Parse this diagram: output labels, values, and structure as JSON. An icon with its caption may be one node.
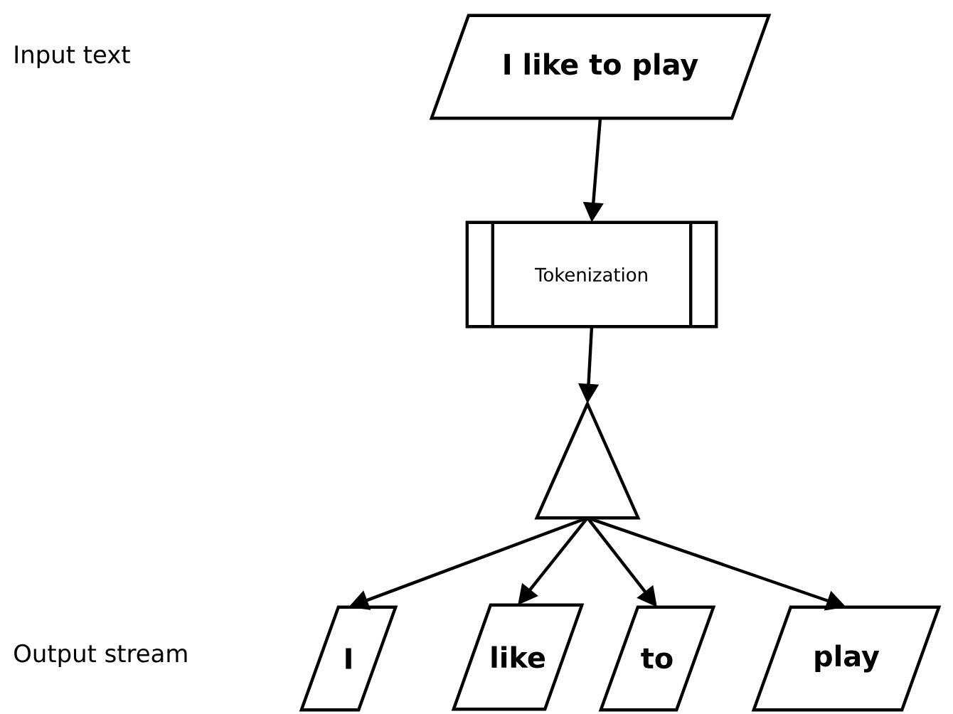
{
  "diagram": {
    "nodes": [
      {
        "text": [
          "I like to play"
        ]
      },
      {
        "text": [
          "Tokenization"
        ]
      },
      {
        "text": [],
        "shape": "triangle"
      },
      {
        "text": [
          "I"
        ]
      },
      {
        "text": [
          "like"
        ]
      },
      {
        "text": [
          "to"
        ]
      },
      {
        "text": [
          "play"
        ]
      }
    ],
    "edges": [
      {
        "from": 0,
        "to": 1,
        "arrow": "to"
      },
      {
        "from": 1,
        "to": 2,
        "arrow": "to"
      },
      {
        "from": 2,
        "to": 3,
        "arrow": "to"
      },
      {
        "from": 2,
        "to": 4,
        "arrow": "to"
      },
      {
        "from": 2,
        "to": 5,
        "arrow": "to"
      },
      {
        "from": 2,
        "to": 6,
        "arrow": "to"
      }
    ],
    "labels": [
      "Input text",
      "Output stream"
    ]
  }
}
